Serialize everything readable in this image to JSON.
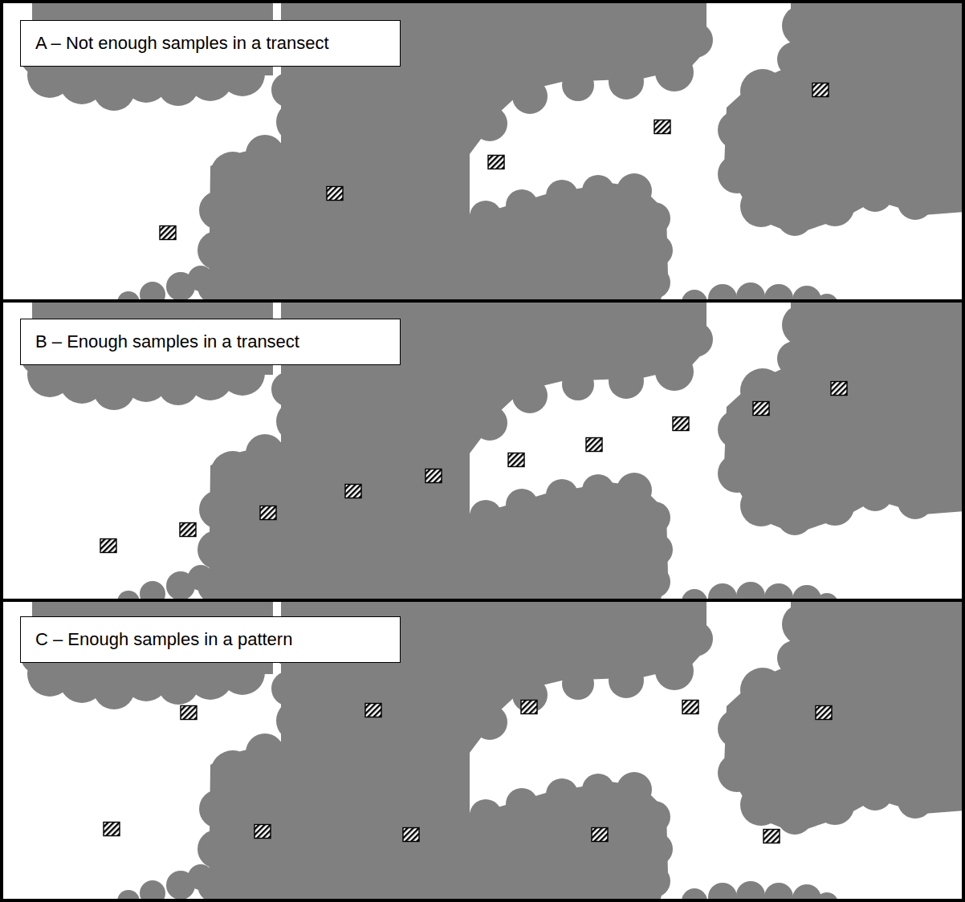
{
  "diagram": {
    "nodes": [
      {
        "text": [
          "A – Not enough samples in a transect"
        ]
      },
      {
        "text": [
          "B – Enough samples in a transect"
        ]
      },
      {
        "text": [
          "C – Enough samples in a pattern"
        ]
      }
    ]
  }
}
